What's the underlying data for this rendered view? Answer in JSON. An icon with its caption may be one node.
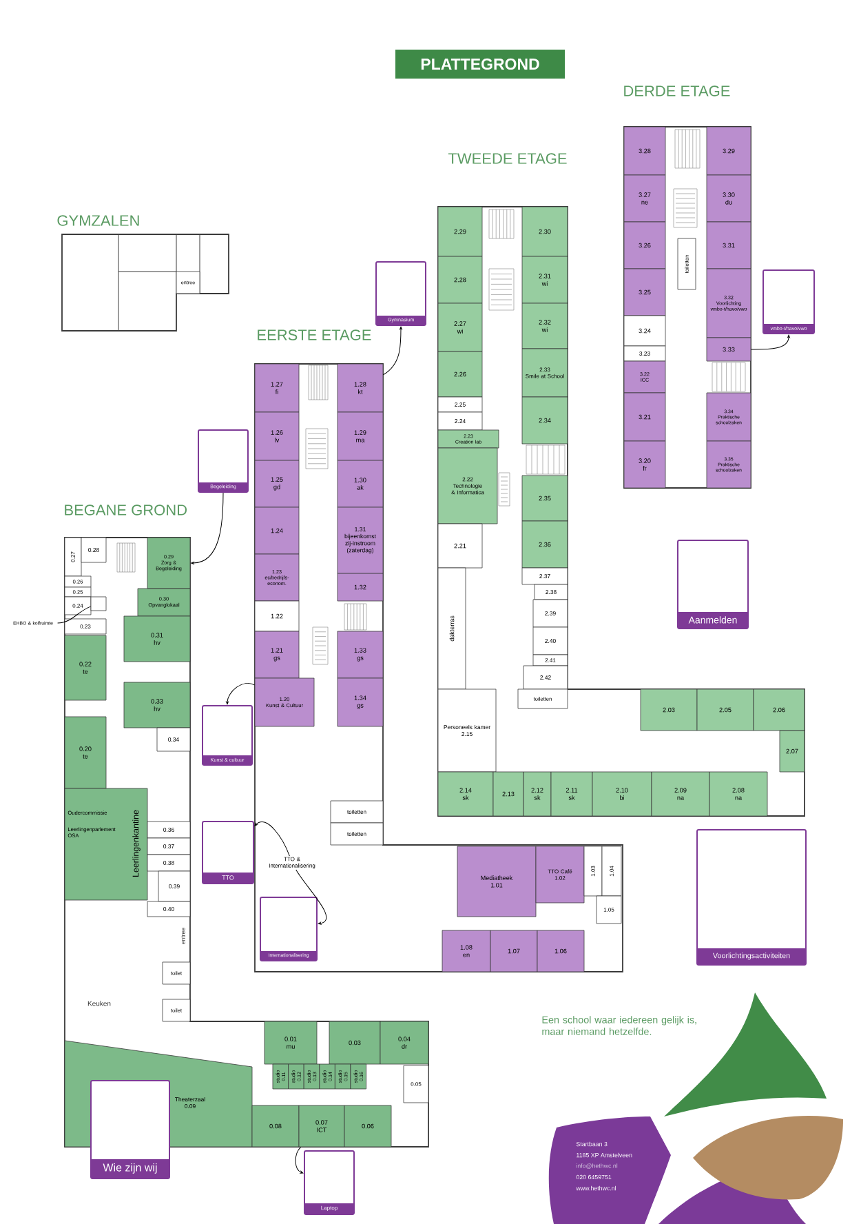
{
  "diagram": {
    "title": "PLATTEGROND",
    "nodes": [
      {
        "text": [
          "GYMZALEN"
        ]
      },
      {
        "text": [
          "entree"
        ],
        "in": 0
      },
      {
        "text": [
          "Gymnasium"
        ]
      },
      {
        "text": [
          "TWEEDE ETAGE"
        ]
      },
      {
        "text": [
          "2.29"
        ],
        "in": 3
      },
      {
        "text": [
          "2.28"
        ],
        "in": 3
      },
      {
        "text": [
          "2.27",
          "wi"
        ],
        "in": 3
      },
      {
        "text": [
          "2.26"
        ],
        "in": 3
      },
      {
        "text": [
          "2.25"
        ],
        "in": 3
      },
      {
        "text": [
          "2.24"
        ],
        "in": 3
      },
      {
        "text": [
          "2.23",
          "Creation lab"
        ],
        "in": 3
      },
      {
        "text": [
          "2.22",
          "Technologie & Informatica"
        ],
        "in": 3
      },
      {
        "text": [
          "2.21"
        ],
        "in": 3
      },
      {
        "text": [
          "2.30"
        ],
        "in": 3
      },
      {
        "text": [
          "2.31",
          "wi"
        ],
        "in": 3
      },
      {
        "text": [
          "2.32",
          "wi"
        ],
        "in": 3
      },
      {
        "text": [
          "2.33",
          "Smile at School"
        ],
        "in": 3
      },
      {
        "text": [
          "2.34"
        ],
        "in": 3
      },
      {
        "text": [
          "2.35"
        ],
        "in": 3
      },
      {
        "text": [
          "2.36"
        ],
        "in": 3
      },
      {
        "text": [
          "2.37"
        ],
        "in": 3
      },
      {
        "text": [
          "2.38"
        ],
        "in": 3
      },
      {
        "text": [
          "2.39"
        ],
        "in": 3
      },
      {
        "text": [
          "2.40"
        ],
        "in": 3
      },
      {
        "text": [
          "2.41"
        ],
        "in": 3
      },
      {
        "text": [
          "2.42"
        ],
        "in": 3
      },
      {
        "text": [
          "dakterras"
        ],
        "in": 3
      },
      {
        "text": [
          "Personeels kamer",
          "2.15"
        ],
        "in": 3
      },
      {
        "text": [
          "toiletten"
        ],
        "in": 3
      },
      {
        "text": [
          "2.03"
        ],
        "in": 3
      },
      {
        "text": [
          "2.05"
        ],
        "in": 3
      },
      {
        "text": [
          "2.06"
        ],
        "in": 3
      },
      {
        "text": [
          "2.07"
        ],
        "in": 3
      },
      {
        "text": [
          "2.14",
          "sk"
        ],
        "in": 3
      },
      {
        "text": [
          "2.13"
        ],
        "in": 3
      },
      {
        "text": [
          "2.12",
          "sk"
        ],
        "in": 3
      },
      {
        "text": [
          "2.11",
          "sk"
        ],
        "in": 3
      },
      {
        "text": [
          "2.10",
          "bi"
        ],
        "in": 3
      },
      {
        "text": [
          "2.09",
          "na"
        ],
        "in": 3
      },
      {
        "text": [
          "2.08",
          "na"
        ],
        "in": 3
      },
      {
        "text": [
          "DERDE ETAGE"
        ]
      },
      {
        "text": [
          "3.28"
        ],
        "in": 40
      },
      {
        "text": [
          "3.27",
          "ne"
        ],
        "in": 40
      },
      {
        "text": [
          "3.26"
        ],
        "in": 40
      },
      {
        "text": [
          "3.25"
        ],
        "in": 40
      },
      {
        "text": [
          "3.24"
        ],
        "in": 40
      },
      {
        "text": [
          "3.23"
        ],
        "in": 40
      },
      {
        "text": [
          "3.22",
          "ICC"
        ],
        "in": 40
      },
      {
        "text": [
          "3.21"
        ],
        "in": 40
      },
      {
        "text": [
          "3.20",
          "fr"
        ],
        "in": 40
      },
      {
        "text": [
          "3.29"
        ],
        "in": 40
      },
      {
        "text": [
          "3.30",
          "du"
        ],
        "in": 40
      },
      {
        "text": [
          "3.31"
        ],
        "in": 40
      },
      {
        "text": [
          "3.32",
          "Voorlichting vmbo-t/havo/vwo"
        ],
        "in": 40
      },
      {
        "text": [
          "3.33"
        ],
        "in": 40
      },
      {
        "text": [
          "3.34",
          "Praktische schoolzaken"
        ],
        "in": 40
      },
      {
        "text": [
          "3.35",
          "Praktische schoolzaken"
        ],
        "in": 40
      },
      {
        "text": [
          "toiletten"
        ],
        "in": 40
      },
      {
        "text": [
          "vmbo-t/havo/vwo"
        ]
      },
      {
        "text": [
          "EERSTE ETAGE"
        ]
      },
      {
        "text": [
          "1.27",
          "fi"
        ],
        "in": 59
      },
      {
        "text": [
          "1.26",
          "lv"
        ],
        "in": 59
      },
      {
        "text": [
          "1.25",
          "gd"
        ],
        "in": 59
      },
      {
        "text": [
          "1.24"
        ],
        "in": 59
      },
      {
        "text": [
          "1.23",
          "ec/bedrijfs-econom."
        ],
        "in": 59
      },
      {
        "text": [
          "1.22"
        ],
        "in": 59
      },
      {
        "text": [
          "1.21",
          "gs"
        ],
        "in": 59
      },
      {
        "text": [
          "1.20",
          "Kunst & Cultuur"
        ],
        "in": 59
      },
      {
        "text": [
          "1.28",
          "kt"
        ],
        "in": 59
      },
      {
        "text": [
          "1.29",
          "ma"
        ],
        "in": 59
      },
      {
        "text": [
          "1.30",
          "ak"
        ],
        "in": 59
      },
      {
        "text": [
          "1.31",
          "bijeenkomst zij-instroom (zaterdag)"
        ],
        "in": 59
      },
      {
        "text": [
          "1.32"
        ],
        "in": 59
      },
      {
        "text": [
          "1.33",
          "gs"
        ],
        "in": 59
      },
      {
        "text": [
          "1.34",
          "gs"
        ],
        "in": 59
      },
      {
        "text": [
          "toiletten"
        ],
        "in": 59
      },
      {
        "text": [
          "toiletten"
        ],
        "in": 59
      },
      {
        "text": [
          "Mediatheek",
          "1.01"
        ],
        "in": 59
      },
      {
        "text": [
          "TTO Café",
          "1.02"
        ],
        "in": 59
      },
      {
        "text": [
          "1.03"
        ],
        "in": 59
      },
      {
        "text": [
          "1.04"
        ],
        "in": 59
      },
      {
        "text": [
          "1.05"
        ],
        "in": 59
      },
      {
        "text": [
          "1.08",
          "en"
        ],
        "in": 59
      },
      {
        "text": [
          "1.07"
        ],
        "in": 59
      },
      {
        "text": [
          "1.06"
        ],
        "in": 59
      },
      {
        "text": [
          "Begeleiding"
        ]
      },
      {
        "text": [
          "Kunst & cultuur"
        ]
      },
      {
        "text": [
          "Aanmelden"
        ]
      },
      {
        "text": [
          "BEGANE GROND"
        ]
      },
      {
        "text": [
          "0.27"
        ],
        "in": 88
      },
      {
        "text": [
          "0.28"
        ],
        "in": 88
      },
      {
        "text": [
          "0.29",
          "Zorg & Begeleiding"
        ],
        "in": 88
      },
      {
        "text": [
          "0.26"
        ],
        "in": 88
      },
      {
        "text": [
          "0.25"
        ],
        "in": 88
      },
      {
        "text": [
          "0.24"
        ],
        "in": 88
      },
      {
        "text": [],
        "shape": "box",
        "in": 88
      },
      {
        "text": [
          "0.23"
        ],
        "in": 88
      },
      {
        "text": [
          "0.30",
          "Opvanglokaal"
        ],
        "in": 88
      },
      {
        "text": [
          "0.22",
          "te"
        ],
        "in": 88
      },
      {
        "text": [
          "0.31",
          "hv"
        ],
        "in": 88
      },
      {
        "text": [
          "0.33",
          "hv"
        ],
        "in": 88
      },
      {
        "text": [
          "0.34"
        ],
        "in": 88
      },
      {
        "text": [
          "0.20",
          "te"
        ],
        "in": 88
      },
      {
        "text": [
          "Oudercommissie",
          "Leerlingenparlement OSA",
          "Leerlingenkantine"
        ],
        "in": 88
      },
      {
        "text": [
          "0.36"
        ],
        "in": 88
      },
      {
        "text": [
          "0.37"
        ],
        "in": 88
      },
      {
        "text": [
          "0.38"
        ],
        "in": 88
      },
      {
        "text": [
          "0.39"
        ],
        "in": 88
      },
      {
        "text": [
          "0.40"
        ],
        "in": 88
      },
      {
        "text": [
          "toilet"
        ],
        "in": 88
      },
      {
        "text": [
          "toilet"
        ],
        "in": 88
      },
      {
        "text": [
          "Theaterzaal",
          "0.09"
        ],
        "in": 88
      },
      {
        "text": [
          "0.01",
          "mu"
        ],
        "in": 88
      },
      {
        "text": [
          "0.03"
        ],
        "in": 88
      },
      {
        "text": [
          "0.04",
          "dr"
        ],
        "in": 88
      },
      {
        "text": [
          "studio 0.11"
        ],
        "in": 88
      },
      {
        "text": [
          "studio 0.12"
        ],
        "in": 88
      },
      {
        "text": [
          "studio 0.13"
        ],
        "in": 88
      },
      {
        "text": [
          "studio 0.14"
        ],
        "in": 88
      },
      {
        "text": [
          "studio 0.15"
        ],
        "in": 88
      },
      {
        "text": [
          "studio 0.16"
        ],
        "in": 88
      },
      {
        "text": [
          "0.05"
        ],
        "in": 88
      },
      {
        "text": [
          "0.08"
        ],
        "in": 88
      },
      {
        "text": [
          "0.07",
          "ICT"
        ],
        "in": 88
      },
      {
        "text": [
          "0.06"
        ],
        "in": 88
      },
      {
        "text": [
          "EHBO & kolfruimte"
        ]
      },
      {
        "text": [
          "TTO & Internationalisering"
        ],
        "in": 59
      },
      {
        "text": [
          "TTO"
        ]
      },
      {
        "text": [
          "Internationalisering"
        ],
        "in": 59
      },
      {
        "text": [
          "Voorlichtingsactiviteiten"
        ]
      },
      {
        "text": [
          "Wie zijn wij"
        ]
      },
      {
        "text": [
          "Laptop"
        ]
      }
    ],
    "edges": [
      {
        "from": 68,
        "to": 2,
        "arrow": "to"
      },
      {
        "from": 85,
        "to": 91,
        "arrow": "to"
      },
      {
        "from": 67,
        "to": 86,
        "arrow": "to"
      },
      {
        "from": 54,
        "to": 58,
        "arrow": "to"
      },
      {
        "from": 126,
        "to": 127,
        "arrow": "to"
      },
      {
        "from": 126,
        "to": 128,
        "arrow": "to"
      },
      {
        "from": 123,
        "to": 131,
        "arrow": "to"
      },
      {
        "from": 125,
        "to": 95,
        "arrow": "none"
      }
    ],
    "labels": [
      "Keuken",
      "entree",
      "Een school waar iedereen gelijk is, maar niemand hetzelfde.",
      "Startbaan 3",
      "1185 XP Amstelveen",
      "info@hethwc.nl",
      "020 6459751",
      "www.hethwc.nl"
    ]
  }
}
